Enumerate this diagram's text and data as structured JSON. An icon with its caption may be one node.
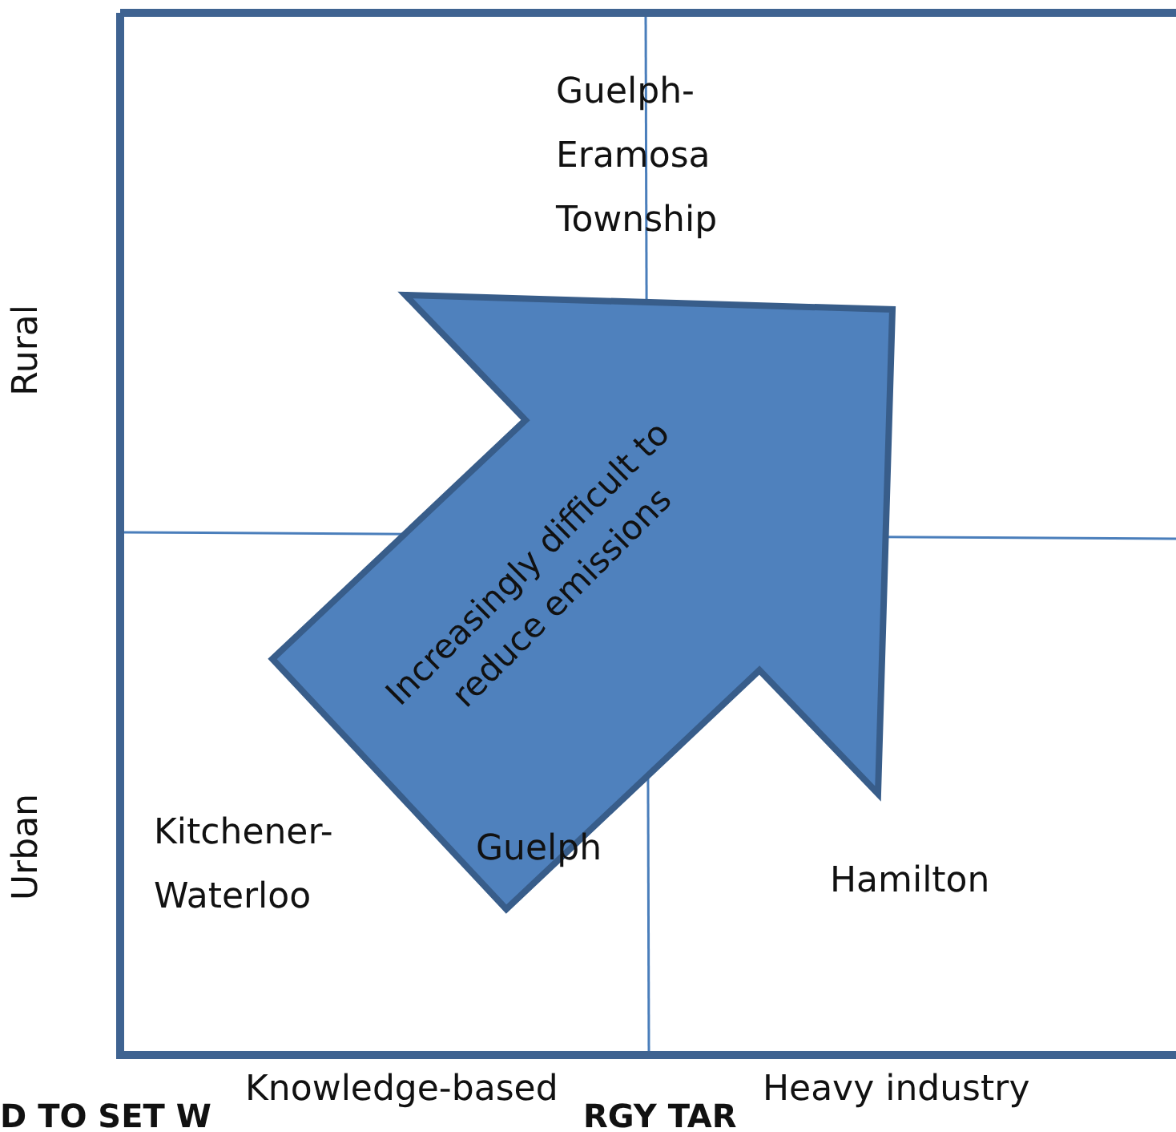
{
  "diagram": {
    "nodes": [
      {
        "text": [
          "Increasingly difficult to reduce emissions"
        ]
      }
    ],
    "edges": [],
    "labels": [
      "Guelph-Eramosa Township",
      "Rural",
      "Urban",
      "Kitchener-Waterloo",
      "Guelph",
      "Hamilton",
      "D TO SET W",
      "Knowledge-based",
      "RGY TAR",
      "Heavy industry"
    ]
  }
}
